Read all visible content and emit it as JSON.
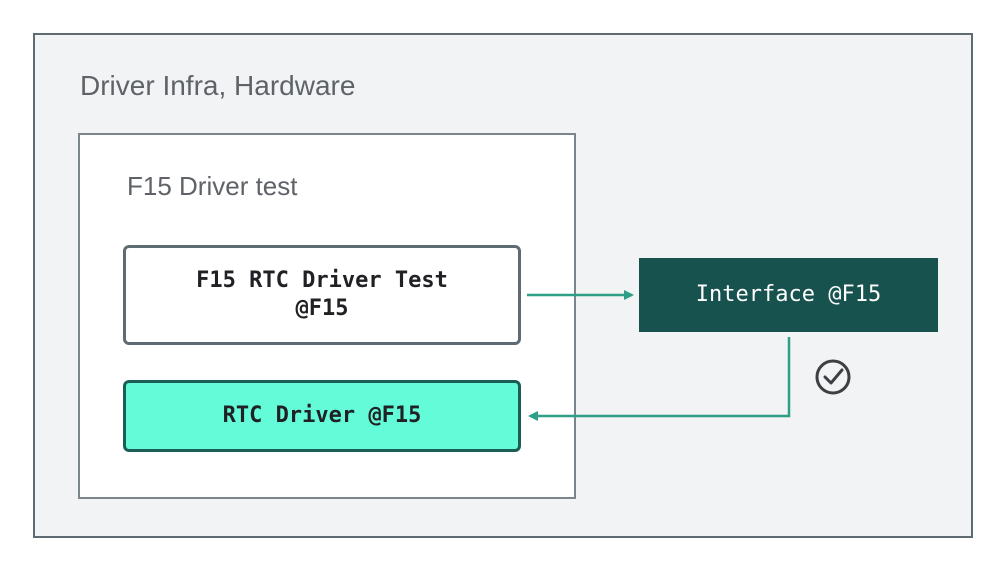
{
  "diagram": {
    "outer_group_label": "Driver Infra, Hardware",
    "inner_group_label": "F15 Driver test",
    "nodes": {
      "test": "F15 RTC Driver Test\n@F15",
      "driver": "RTC Driver @F15",
      "interface": "Interface @F15"
    },
    "edges": [
      {
        "from": "test",
        "to": "interface"
      },
      {
        "from": "interface",
        "to": "driver"
      }
    ],
    "status_icon": "check-circle-icon",
    "colors": {
      "edge": "#2e9e84",
      "driver_fill": "#64fbd8",
      "interface_fill": "#17524e",
      "outer_fill": "#f1f3f4"
    }
  }
}
